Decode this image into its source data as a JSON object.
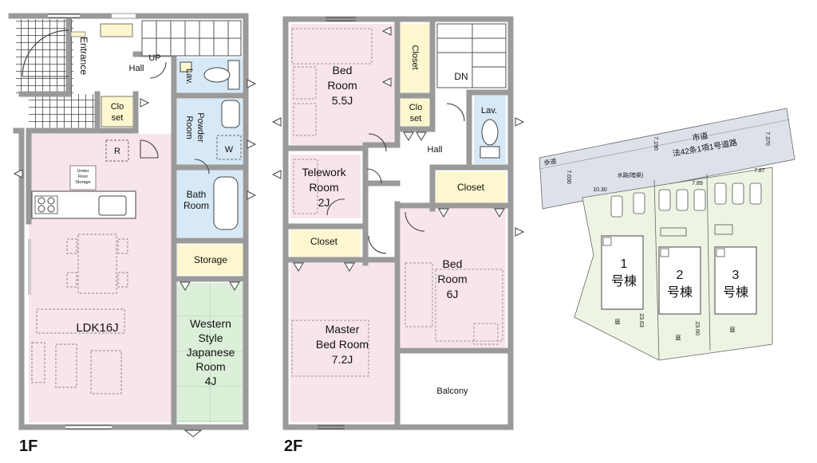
{
  "floor1": {
    "floor_label": "1F",
    "rooms": {
      "entrance": "Entrance",
      "hall": "Hall",
      "up": "UP",
      "lav": "Lav.",
      "closet_l1": "Clo",
      "closet_l2": "set",
      "powder_l1": "Powder",
      "powder_l2": "Room",
      "refrigerator": "R",
      "washer": "W",
      "under_floor_l1": "Under",
      "under_floor_l2": "Floor",
      "under_floor_l3": "Storage",
      "bath_l1": "Bath",
      "bath_l2": "Room",
      "storage": "Storage",
      "ldk": "LDK16J",
      "western_l1": "Western",
      "western_l2": "Style",
      "western_l3": "Japanese",
      "western_l4": "Room",
      "western_l5": "4J"
    }
  },
  "floor2": {
    "floor_label": "2F",
    "rooms": {
      "bed1_l1": "Bed",
      "bed1_l2": "Room",
      "bed1_l3": "5.5J",
      "closet_top": "Closet",
      "dn": "DN",
      "closet_s_l1": "Clo",
      "closet_s_l2": "set",
      "lav": "Lav.",
      "hall": "Hall",
      "telework_l1": "Telework",
      "telework_l2": "Room",
      "telework_l3": "2J",
      "closet_mid": "Closet",
      "closet_left": "Closet",
      "bed2_l1": "Bed",
      "bed2_l2": "Room",
      "bed2_l3": "6J",
      "master_l1": "Master",
      "master_l2": "Bed Room",
      "master_l3": "7.2J",
      "balcony": "Balcony"
    }
  },
  "site_plan": {
    "road_label_l1": "市道",
    "road_label_l2": "法42条1項1号道路",
    "footpath": "歩道",
    "waterway": "水路(暗渠)",
    "dims": [
      "7.030",
      "7.190",
      "7.370",
      "10.30",
      "7.89",
      "7.87",
      "23.63",
      "23.60"
    ],
    "lots": [
      {
        "num": "1",
        "unit": "号棟",
        "garden": "庭"
      },
      {
        "num": "2",
        "unit": "号棟",
        "garden": "庭"
      },
      {
        "num": "3",
        "unit": "号棟",
        "garden": "庭"
      }
    ]
  },
  "colors": {
    "pink": "#f8e4ec",
    "blue": "#d7e9f6",
    "green": "#dcefd9",
    "yellow": "#fdf7cf",
    "wall": "#9a9a9a",
    "site_green": "#edf4e4",
    "road": "#dde2ea"
  }
}
